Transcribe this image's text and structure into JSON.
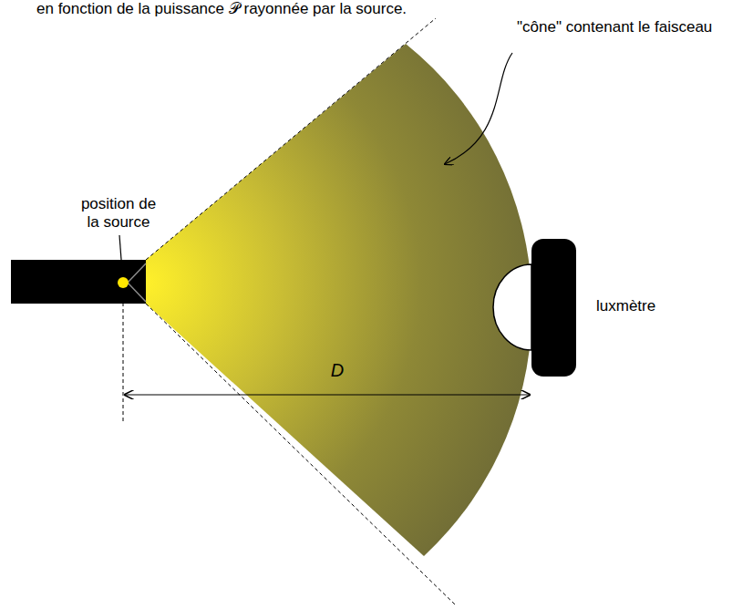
{
  "diagram": {
    "labels": [
      "en fonction de la puissance 𝒫 rayonnée par la source.",
      "position de la source",
      "\"cône\" contenant le faisceau",
      "luxmètre",
      "D"
    ]
  }
}
